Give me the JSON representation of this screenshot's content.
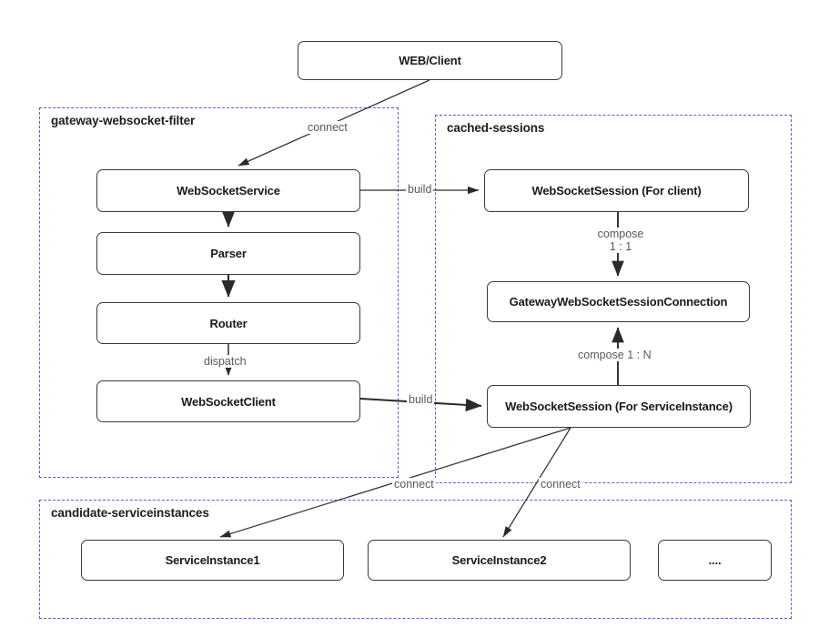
{
  "diagram": {
    "title_present": false,
    "colors": {
      "group_border": "#5b5be0",
      "node_border": "#3a3a3a",
      "node_text": "#1a1a1a",
      "edge_line": "#333333",
      "edge_label_text": "#595959",
      "background": "#ffffff"
    },
    "groups": [
      {
        "id": "gateway",
        "label": "gateway-websocket-filter"
      },
      {
        "id": "cached",
        "label": "cached-sessions"
      },
      {
        "id": "candidates",
        "label": "candidate-serviceinstances"
      }
    ],
    "nodes": [
      {
        "id": "web_client",
        "label": "WEB/Client"
      },
      {
        "id": "websocket_service",
        "label": "WebSocketService"
      },
      {
        "id": "parser",
        "label": "Parser"
      },
      {
        "id": "router",
        "label": "Router"
      },
      {
        "id": "websocket_client",
        "label": "WebSocketClient"
      },
      {
        "id": "session_client",
        "label": "WebSocketSession (For client)"
      },
      {
        "id": "gateway_connection",
        "label": "GatewayWebSocketSessionConnection"
      },
      {
        "id": "session_instance",
        "label": "WebSocketSession (For ServiceInstance)"
      },
      {
        "id": "service_instance_1",
        "label": "ServiceInstance1"
      },
      {
        "id": "service_instance_2",
        "label": "ServiceInstance2"
      },
      {
        "id": "service_instance_more",
        "label": "...."
      }
    ],
    "edges": [
      {
        "id": "e1",
        "from": "web_client",
        "to": "websocket_service",
        "label": "connect"
      },
      {
        "id": "e2",
        "from": "websocket_service",
        "to": "parser",
        "label": ""
      },
      {
        "id": "e3",
        "from": "parser",
        "to": "router",
        "label": ""
      },
      {
        "id": "e4",
        "from": "router",
        "to": "websocket_client",
        "label": "dispatch"
      },
      {
        "id": "e5",
        "from": "websocket_service",
        "to": "session_client",
        "label": "build"
      },
      {
        "id": "e6",
        "from": "session_client",
        "to": "gateway_connection",
        "label": "compose",
        "label2": "1 : 1"
      },
      {
        "id": "e7",
        "from": "session_instance",
        "to": "gateway_connection",
        "label": "compose 1 : N"
      },
      {
        "id": "e8",
        "from": "websocket_client",
        "to": "session_instance",
        "label": "build"
      },
      {
        "id": "e9",
        "from": "session_instance",
        "to": "service_instance_1",
        "label": "connect"
      },
      {
        "id": "e10",
        "from": "session_instance",
        "to": "service_instance_2",
        "label": "connect"
      }
    ]
  }
}
